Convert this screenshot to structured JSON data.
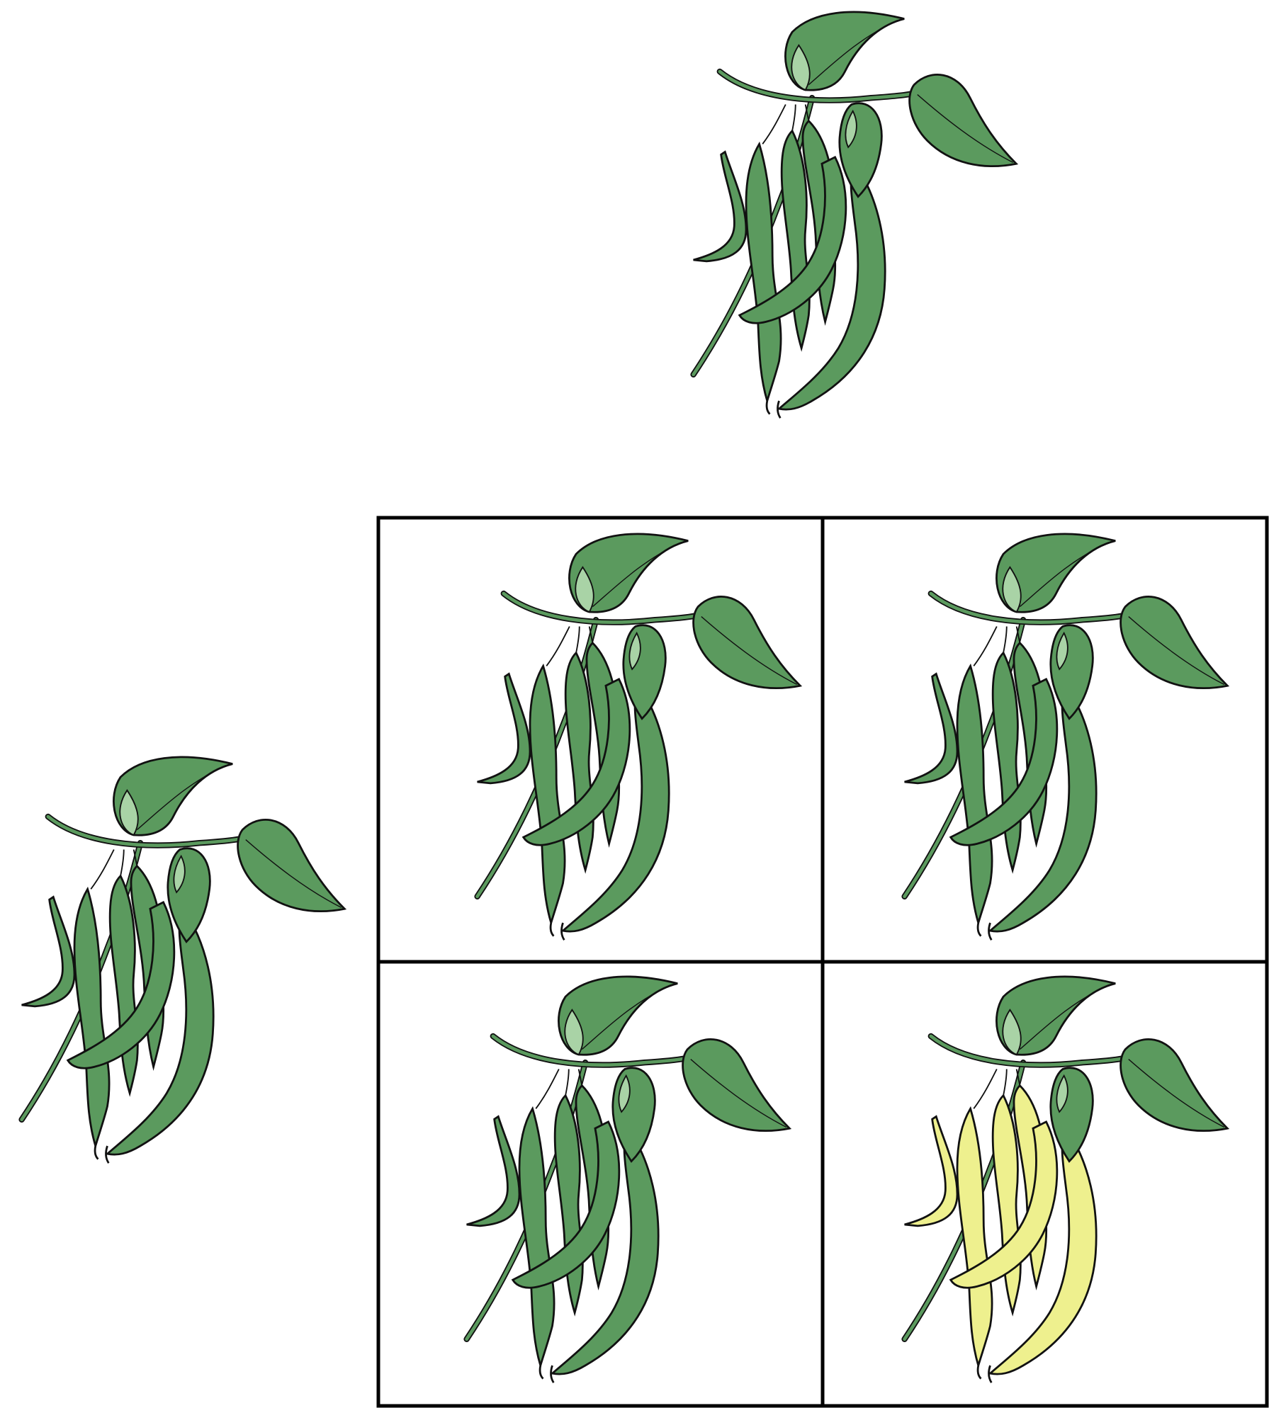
{
  "colors": {
    "pod_green": "#5b9a5e",
    "leaf_green": "#5b9a5e",
    "leaf_light": "#a9d3a6",
    "pod_yellow": "#eef08e",
    "outline": "#111111",
    "grid_line": "#000000"
  },
  "punnett": {
    "top_parent": {
      "pod_color": "green"
    },
    "side_parent": {
      "pod_color": "green"
    },
    "cells": [
      {
        "row": 1,
        "col": 1,
        "pod_color": "green"
      },
      {
        "row": 1,
        "col": 2,
        "pod_color": "green"
      },
      {
        "row": 2,
        "col": 1,
        "pod_color": "green"
      },
      {
        "row": 2,
        "col": 2,
        "pod_color": "yellow"
      }
    ]
  }
}
